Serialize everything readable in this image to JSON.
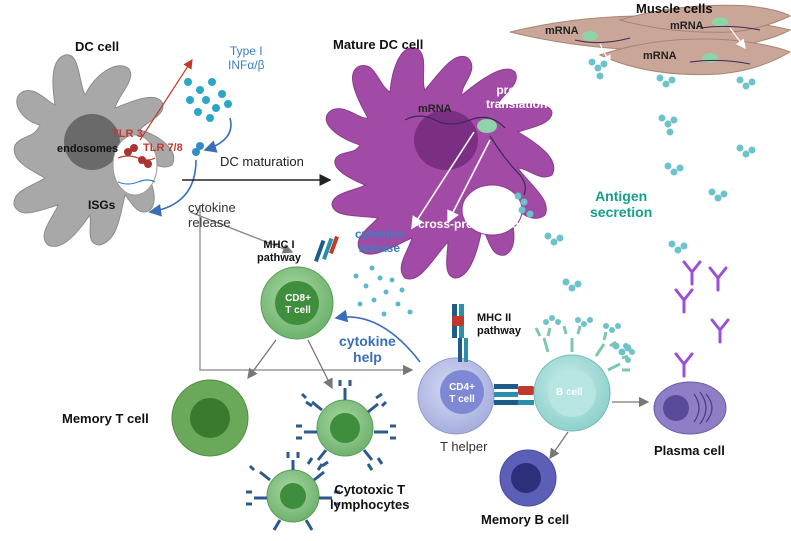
{
  "labels": {
    "dc_cell": "DC cell",
    "type1_line1": "Type I",
    "type1_line2": "INFα/β",
    "endosomes": "endosomes",
    "tlr3": "TLR 3",
    "tlr78": "TLR 7/8",
    "isgs": "ISGs",
    "cytokine_release_line1": "cytokine",
    "cytokine_release_line2": "release",
    "dc_maturation": "DC maturation",
    "mature_dc": "Mature DC cell",
    "mrna_dc": "mRNA",
    "protein_translation_line1": "protein",
    "protein_translation_line2": "translation",
    "cross_presentation": "cross-presentation",
    "cytokine_release_blue_line1": "cytokine",
    "cytokine_release_blue_line2": "release",
    "muscle_cells": "Muscle cells",
    "mrna_muscle_1": "mRNA",
    "mrna_muscle_2": "mRNA",
    "mrna_muscle_3": "mRNA",
    "antigen_secretion_line1": "Antigen",
    "antigen_secretion_line2": "secretion",
    "mhc1_line1": "MHC I",
    "mhc1_line2": "pathway",
    "cd8_line1": "CD8+",
    "cd8_line2": "T cell",
    "cytokine_help_line1": "cytokine",
    "cytokine_help_line2": "help",
    "mhc2_line1": "MHC II",
    "mhc2_line2": "pathway",
    "cd4_line1": "CD4+",
    "cd4_line2": "T cell",
    "b_cell": "B cell",
    "t_helper": "T helper",
    "memory_t": "Memory T cell",
    "cytotoxic_line1": "Cytotoxic T",
    "cytotoxic_line2": "lymphocytes",
    "memory_b": "Memory B cell",
    "plasma_cell": "Plasma cell"
  },
  "colors": {
    "dc_gray": "#a9a9a9",
    "mature_dc": "#a24ba6",
    "nucleus_dc": "#7b2f83",
    "tlr_red": "#c0392b",
    "ifn_blue": "#3a7fc1",
    "teal_text": "#169e8d",
    "t_green": "#7cbe7c",
    "t_green_dark": "#3e8e3e",
    "th_lavender": "#b6bde6",
    "b_cyan": "#9ad8d4",
    "muscle": "#c8a89a",
    "antibody": "#9a4fd6",
    "plasma": "#8f7dc6",
    "memory_b": "#5b5fb7"
  }
}
